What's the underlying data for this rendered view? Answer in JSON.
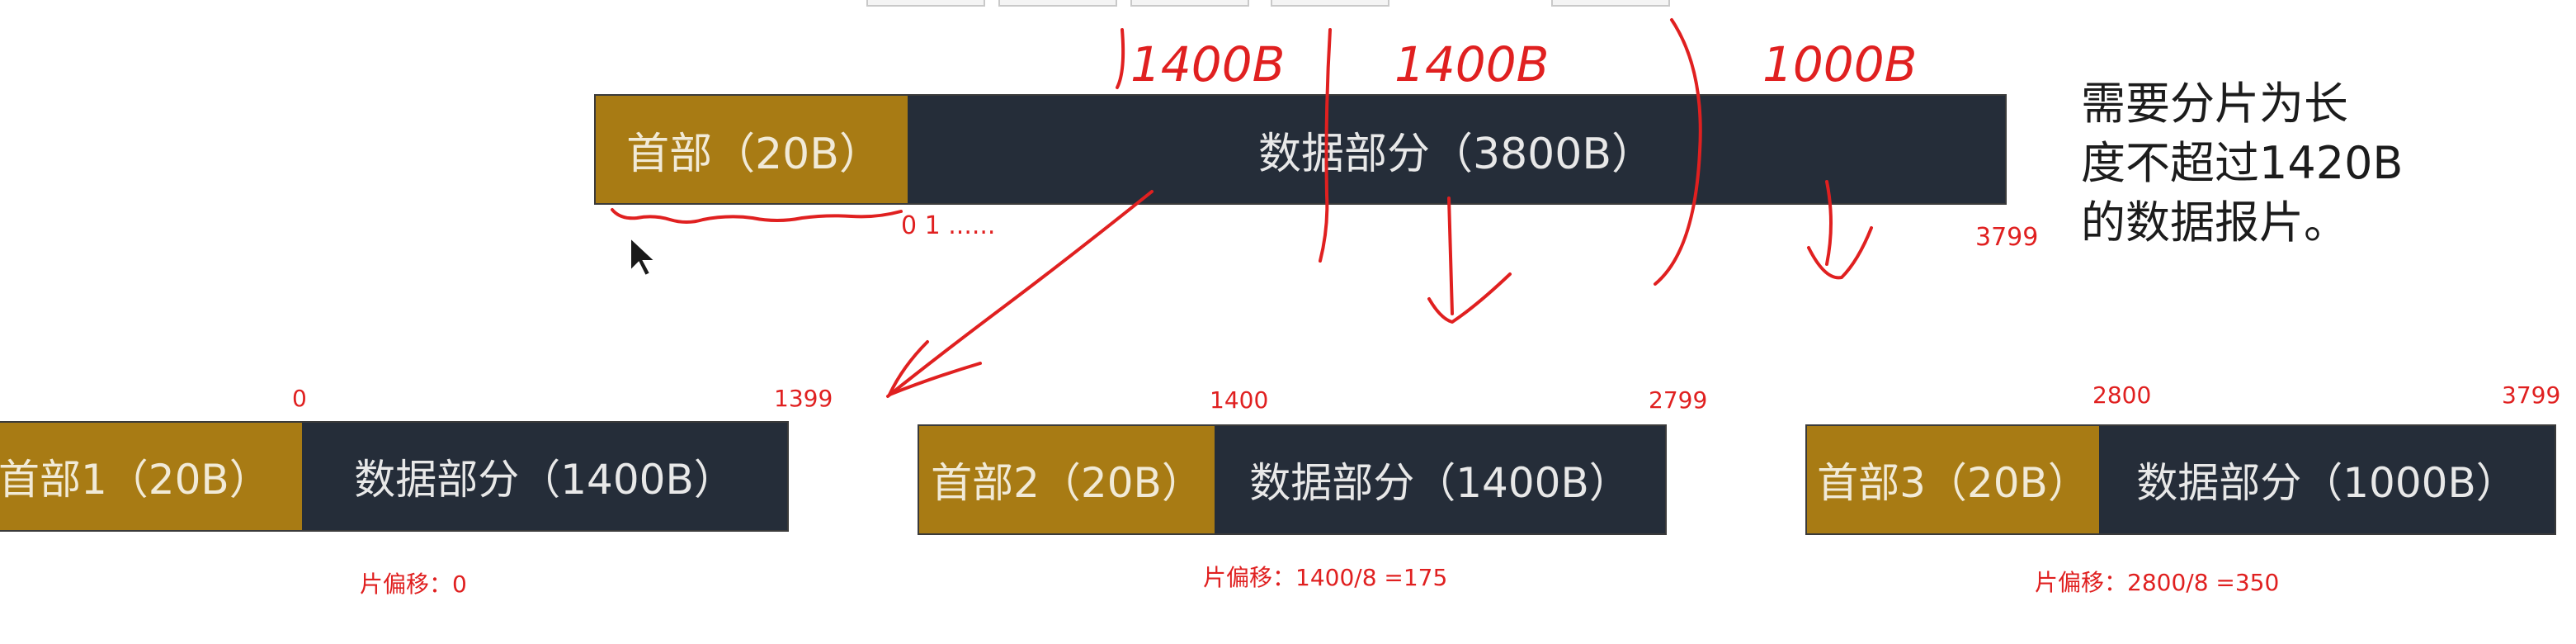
{
  "original": {
    "header": "首部（20B）",
    "data": "数据部分（3800B）",
    "start_index": "0 1 ......",
    "end_index": "3799"
  },
  "fragments": [
    {
      "header": "首部1（20B）",
      "data": "数据部分（1400B）",
      "start": "0",
      "end": "1399",
      "offset": "片偏移：0"
    },
    {
      "header": "首部2（20B）",
      "data": "数据部分（1400B）",
      "start": "1400",
      "end": "2799",
      "offset": "片偏移：1400/8 =175"
    },
    {
      "header": "首部3（20B）",
      "data": "数据部分（1000B）",
      "start": "2800",
      "end": "3799",
      "offset": "片偏移：2800/8 =350"
    }
  ],
  "note_lines": [
    "需要分片为长",
    "度不超过1420B",
    "的数据报片。"
  ],
  "handwritten": [
    "1400B",
    "1400B",
    "1000B"
  ],
  "colors": {
    "header": "#a87b14",
    "data": "#252d39",
    "annotation": "#e02020"
  }
}
